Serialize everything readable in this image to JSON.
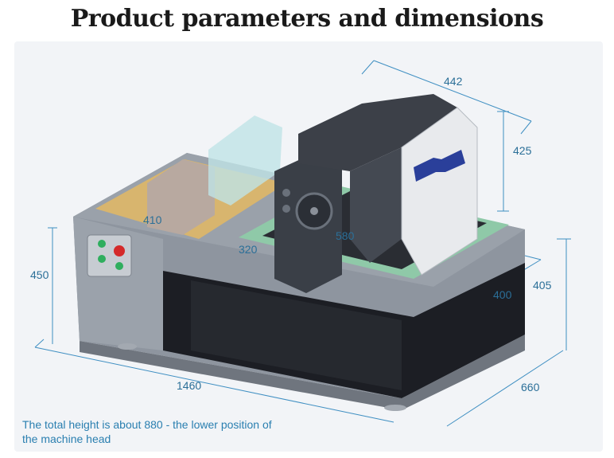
{
  "title": "Product parameters and dimensions",
  "dimensions": {
    "head_width": "442",
    "head_height": "425",
    "tray_width": "410",
    "tray_depth": "320",
    "rail_length": "580",
    "body_height": "450",
    "right_height": "405",
    "right_depth": "400",
    "total_length": "1460",
    "total_depth": "660"
  },
  "note": "The total height is about 880 - the lower position of the machine head",
  "colors": {
    "dimension_text": "#2b6f98",
    "note_text": "#2a7fb0",
    "body_gray": "#8b929c",
    "dark_panel": "#1c1e24",
    "accent_blue": "#2a3f9a"
  }
}
